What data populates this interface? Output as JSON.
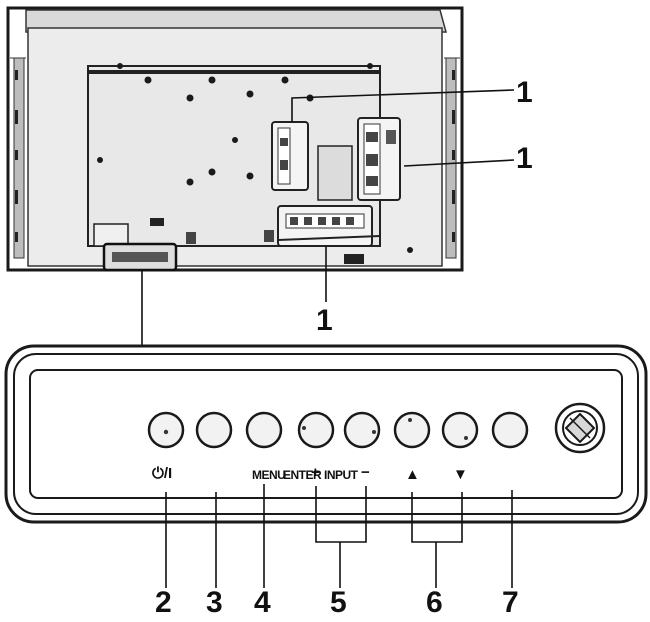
{
  "callouts": {
    "terminal_top_right_upper": "1",
    "terminal_top_right_lower": "1",
    "terminal_bottom": "1",
    "power_button": "2",
    "button_3": "3",
    "menu_button": "4",
    "enter_input_buttons": "5",
    "arrow_buttons": "6",
    "button_7": "7"
  },
  "button_labels": {
    "power": "⏻/I",
    "menu": "MENU",
    "enter": "ENTER",
    "plus": "+",
    "input": "INPUT",
    "minus": "−",
    "up": "▲",
    "down": "▼"
  },
  "icons": [
    "power-standby-icon",
    "up-arrow-icon",
    "down-arrow-icon",
    "remote-sensor-icon"
  ]
}
